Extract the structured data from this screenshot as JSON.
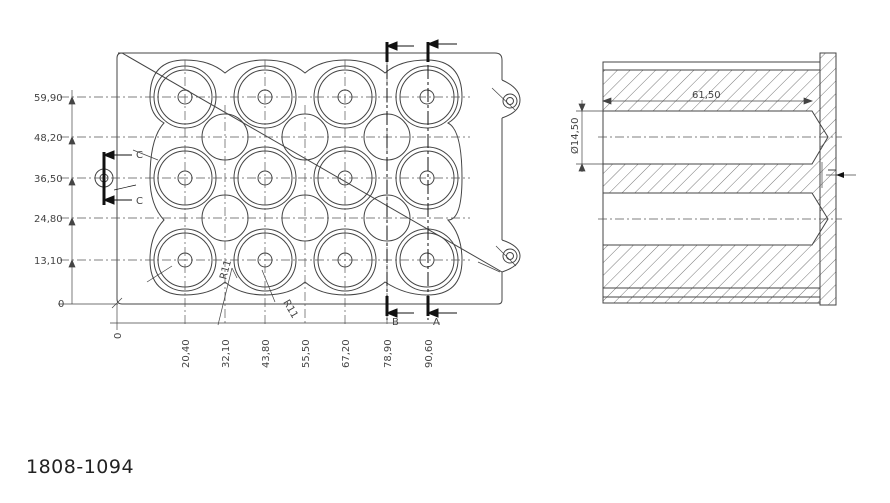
{
  "part_number": "1808-1094",
  "front_view": {
    "y_dimensions": [
      "59,90",
      "48,20",
      "36,50",
      "24,80",
      "13,10",
      "0"
    ],
    "x_dimensions": [
      "0",
      "20,40",
      "32,10",
      "43,80",
      "55,50",
      "67,20",
      "78,90",
      "90,60"
    ],
    "radius_labels": [
      "R11",
      "R11"
    ],
    "section_labels": [
      "C",
      "C"
    ],
    "cut_labels": [
      "B",
      "A"
    ]
  },
  "section_view": {
    "depth_dimension": "61,50",
    "diameter_dimension": "Ø14,50"
  }
}
